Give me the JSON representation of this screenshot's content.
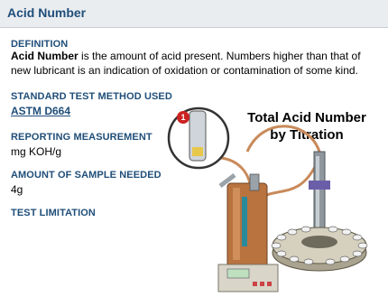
{
  "header": {
    "title": "Acid Number"
  },
  "definition": {
    "label": "DEFINITION",
    "term": "Acid Number",
    "text": " is the amount of acid present. Numbers higher than that of new lubricant is an indication of oxidation or contamination of some kind."
  },
  "test_method": {
    "label": "STANDARD TEST METHOD USED",
    "value": "ASTM D664"
  },
  "reporting": {
    "label": "REPORTING MEASUREMENT",
    "value": "mg KOH/g"
  },
  "sample": {
    "label": "AMOUNT OF SAMPLE NEEDED",
    "value": "4g"
  },
  "limitation": {
    "label": "TEST LIMITATION"
  },
  "figure": {
    "title_line1": "Total Acid Number",
    "title_line2": "by Titration",
    "badge": "1",
    "colors": {
      "copper": "#b8733f",
      "tube": "#c98a5a",
      "steel": "#9aa3aa",
      "base": "#d9d5c9"
    }
  }
}
